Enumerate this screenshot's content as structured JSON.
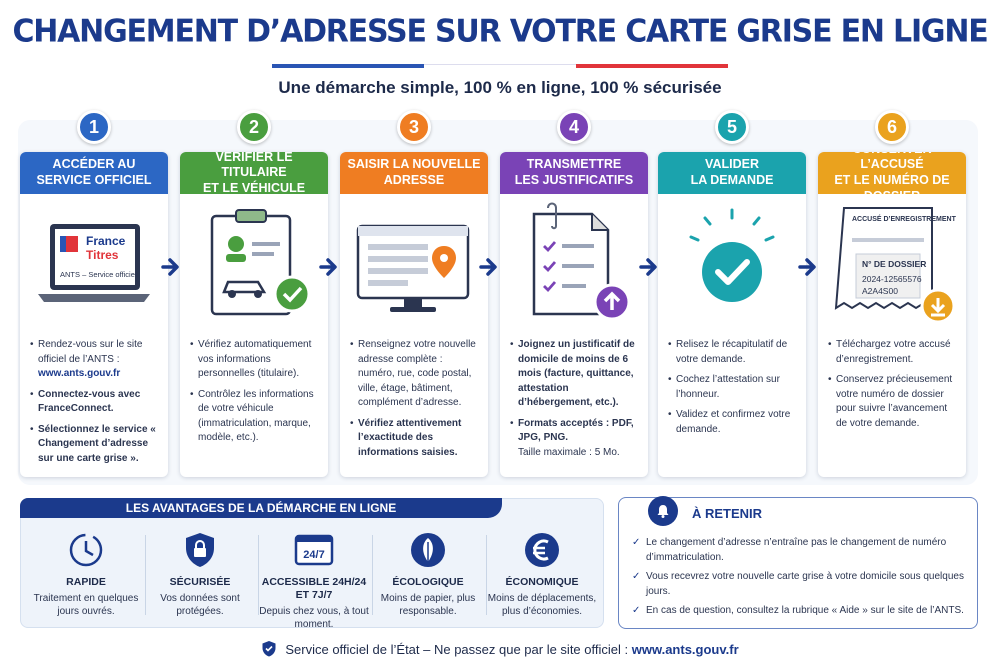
{
  "title": "CHANGEMENT D’ADRESSE SUR VOTRE CARTE GRISE EN LIGNE",
  "subtitle": "Une démarche simple, 100 % en ligne, 100 % sécurisée",
  "colors": {
    "blue": "#1b3a8c",
    "flag_blue": "#2a55b4",
    "flag_red": "#e1343a"
  },
  "steps": [
    {
      "num": "1",
      "title": "ACCÉDER AU\nSERVICE OFFICIEL",
      "color": "#2c67c4",
      "icon": "laptop-icon",
      "screen": {
        "brand1": "France",
        "brand2": "Titres",
        "caption": "ANTS – Service officiel"
      },
      "bullets": [
        {
          "text": "Rendez-vous sur le site officiel de l’ANTS :",
          "strong": "www.ants.gouv.fr"
        },
        {
          "text": "",
          "strong": "Connectez-vous avec FranceConnect."
        },
        {
          "text": "",
          "strong": "Sélectionnez le service « Changement d’adresse sur une carte grise »."
        }
      ]
    },
    {
      "num": "2",
      "title": "VÉRIFIER LE TITULAIRE\nET LE VÉHICULE",
      "color": "#4a9e3f",
      "icon": "clipboard-check-icon",
      "bullets": [
        {
          "text": "Vérifiez automatiquement vos informations personnelles (titulaire).",
          "strong": ""
        },
        {
          "text": "Contrôlez les informations de votre véhicule (immatriculation, marque, modèle, etc.).",
          "strong": ""
        }
      ]
    },
    {
      "num": "3",
      "title": "SAISIR LA NOUVELLE\nADRESSE",
      "color": "#ef7d22",
      "icon": "monitor-location-icon",
      "bullets": [
        {
          "text": "Renseignez votre nouvelle adresse complète : numéro, rue, code postal, ville, étage, bâtiment, complément d’adresse.",
          "strong": ""
        },
        {
          "text": "",
          "strong": "Vérifiez attentivement l’exactitude des informations saisies."
        }
      ]
    },
    {
      "num": "4",
      "title": "TRANSMETTRE\nLES JUSTIFICATIFS",
      "color": "#7a43b6",
      "icon": "document-upload-icon",
      "bullets": [
        {
          "text": "",
          "strong": "Joignez un justificatif de domicile de moins de 6 mois (facture, quittance, attestation d’hébergement, etc.)."
        },
        {
          "text": "Taille maximale : 5 Mo.",
          "strong": "Formats acceptés : PDF, JPG, PNG."
        }
      ]
    },
    {
      "num": "5",
      "title": "VALIDER\nLA DEMANDE",
      "color": "#1ba3ad",
      "icon": "check-circle-icon",
      "bullets": [
        {
          "text": "Relisez le récapitulatif de votre demande.",
          "strong": ""
        },
        {
          "text": "Cochez l’attestation sur l’honneur.",
          "strong": ""
        },
        {
          "text": "Validez et confirmez votre demande.",
          "strong": ""
        }
      ]
    },
    {
      "num": "6",
      "title": "CONSERVER L’ACCUSÉ\nET LE NUMÉRO DE DOSSIER",
      "color": "#eaa21e",
      "icon": "receipt-download-icon",
      "receipt": {
        "head": "ACCUSÉ D’ENREGISTREMENT",
        "label": "N° DE DOSSIER",
        "line1": "2024-12565576",
        "line2": "A2A4S00"
      },
      "bullets": [
        {
          "text": "Téléchargez votre accusé d’enregistrement.",
          "strong": ""
        },
        {
          "text": "Conservez précieusement votre numéro de dossier pour suivre l’avancement de votre demande.",
          "strong": ""
        }
      ]
    }
  ],
  "advantages": {
    "title": "LES AVANTAGES DE LA DÉMARCHE EN LIGNE",
    "items": [
      {
        "icon": "clock-icon",
        "label": "RAPIDE",
        "desc": "Traitement en quelques jours ouvrés."
      },
      {
        "icon": "lock-shield-icon",
        "label": "SÉCURISÉE",
        "desc": "Vos données sont protégées."
      },
      {
        "icon": "calendar-24-7-icon",
        "badge": "24/7",
        "label": "ACCESSIBLE 24H/24 ET 7J/7",
        "desc": "Depuis chez vous, à tout moment."
      },
      {
        "icon": "leaf-icon",
        "label": "ÉCOLOGIQUE",
        "desc": "Moins de papier, plus responsable."
      },
      {
        "icon": "euro-icon",
        "label": "ÉCONOMIQUE",
        "desc": "Moins de déplacements, plus d’économies."
      }
    ]
  },
  "retain": {
    "title": "À RETENIR",
    "items": [
      "Le changement d’adresse n’entraîne pas le changement de numéro d’immatriculation.",
      "Vous recevrez votre nouvelle carte grise à votre domicile sous quelques jours.",
      "En cas de question, consultez la rubrique « Aide » sur le site de l’ANTS."
    ]
  },
  "footer": {
    "text": "Service officiel de l’État – Ne passez que par le site officiel : ",
    "url": "www.ants.gouv.fr"
  }
}
